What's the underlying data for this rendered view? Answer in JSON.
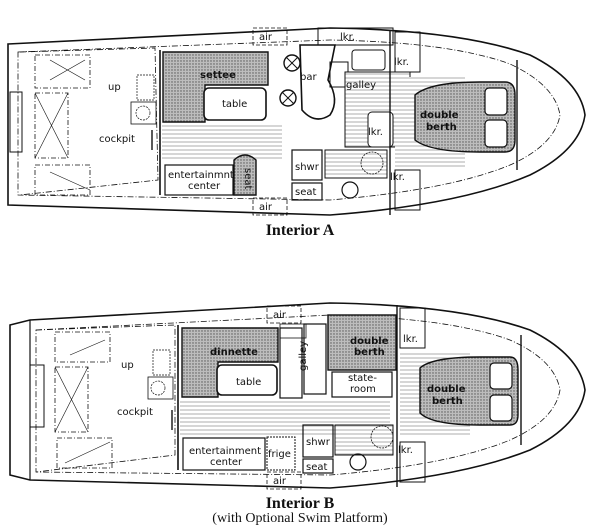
{
  "diagrams": [
    {
      "id": "interior-a",
      "caption": "Interior A",
      "labels": {
        "air_top": "air",
        "air_bottom": "air",
        "lkr_top": "lkr.",
        "lkr_fwd_top": "lkr.",
        "lkr_mid": "lkr.",
        "lkr_fwd_bottom": "lkr.",
        "settee": "settee",
        "table": "table",
        "bar": "bar",
        "galley": "galley",
        "double_berth_line1": "double",
        "double_berth_line2": "berth",
        "up": "up",
        "cockpit": "cockpit",
        "entertainment_line1": "entertainmnt",
        "entertainment_line2": "center",
        "seat_side": "seat",
        "shwr": "shwr",
        "seat": "seat"
      }
    },
    {
      "id": "interior-b",
      "caption": "Interior B",
      "subcaption": "(with Optional Swim Platform)",
      "labels": {
        "air_top": "air",
        "air_bottom": "air",
        "dinnette": "dinnette",
        "table": "table",
        "galley": "galley",
        "double_berth_aft_line1": "double",
        "double_berth_aft_line2": "berth",
        "stateroom_line1": "state-",
        "stateroom_line2": "room",
        "lkr_top": "lkr.",
        "lkr_bottom": "lkr.",
        "double_berth_fwd_line1": "double",
        "double_berth_fwd_line2": "berth",
        "up": "up",
        "cockpit": "cockpit",
        "entertainment_line1": "entertainment",
        "entertainment_line2": "center",
        "frige": "frige",
        "shwr": "shwr",
        "seat": "seat"
      }
    }
  ]
}
